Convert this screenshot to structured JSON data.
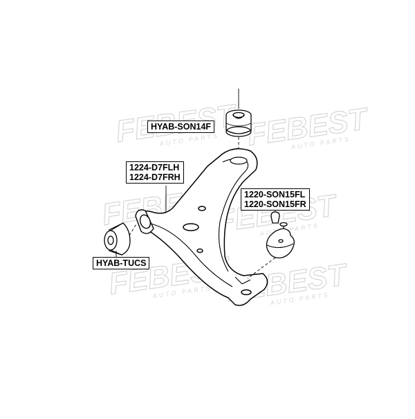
{
  "watermark": {
    "brand": "FEBEST",
    "tagline": "AUTO PARTS"
  },
  "labels": {
    "upper_bushing": "HYAB-SON14F",
    "control_arm_left": "1224-D7FLH",
    "control_arm_right": "1224-D7FRH",
    "ball_joint_left": "1220-SON15FL",
    "ball_joint_right": "1220-SON15FR",
    "rear_bushing": "HYAB-TUCS"
  },
  "colors": {
    "line": "#000000",
    "watermark": "#d6d6d6",
    "background": "#ffffff"
  }
}
